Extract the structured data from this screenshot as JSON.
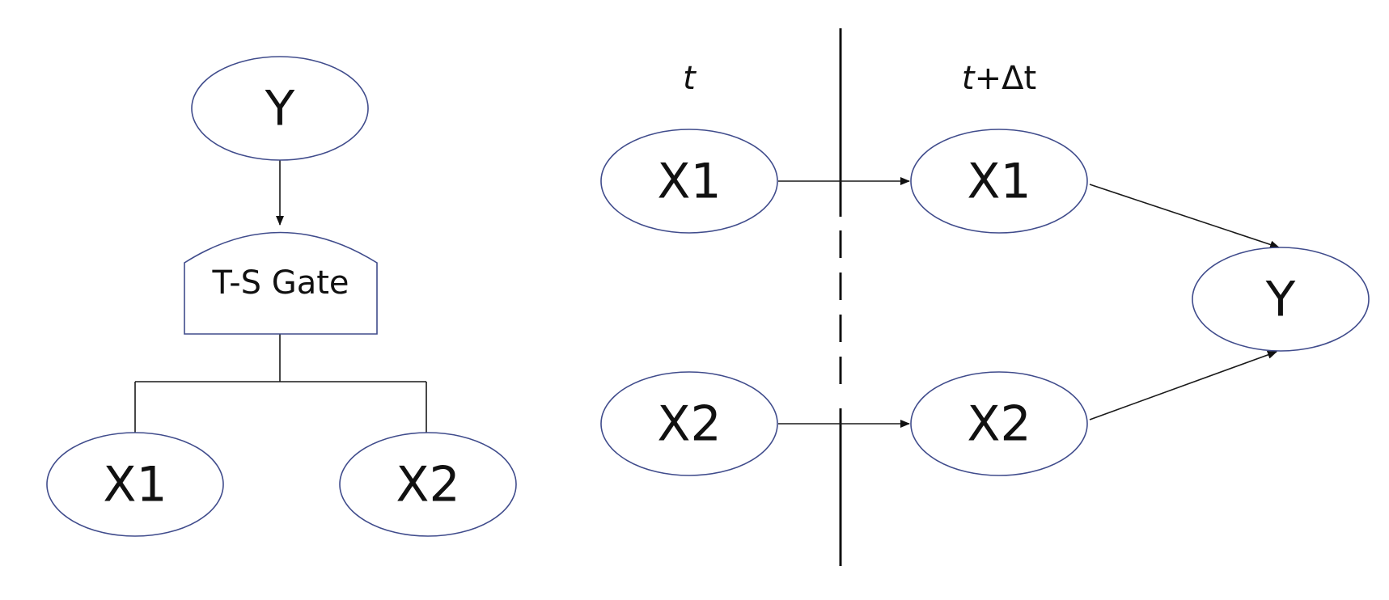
{
  "left_panel": {
    "top_node": "Y",
    "gate": "T-S Gate",
    "inputs": [
      "X1",
      "X2"
    ]
  },
  "right_panel": {
    "time_t": "t",
    "time_next_var": "t",
    "time_next_suffix": "+Δt",
    "nodes_t": [
      "X1",
      "X2"
    ],
    "nodes_t_next": [
      "X1",
      "X2"
    ],
    "output": "Y"
  }
}
